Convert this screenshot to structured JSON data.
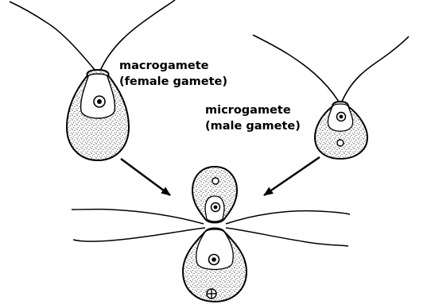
{
  "labels": {
    "macrogamete_line1": "macrogamete",
    "macrogamete_line2": "(female gamete)",
    "microgamete_line1": "microgamete",
    "microgamete_line2": "(male gamete)"
  },
  "colors": {
    "ink": "#000000",
    "cell_fill": "#e4e4e4",
    "background": "#ffffff"
  },
  "icons": {
    "nucleus": "filled-dot-in-circle",
    "eyespot": "open-circle",
    "zygote_nucleus": "circle-with-cross"
  }
}
